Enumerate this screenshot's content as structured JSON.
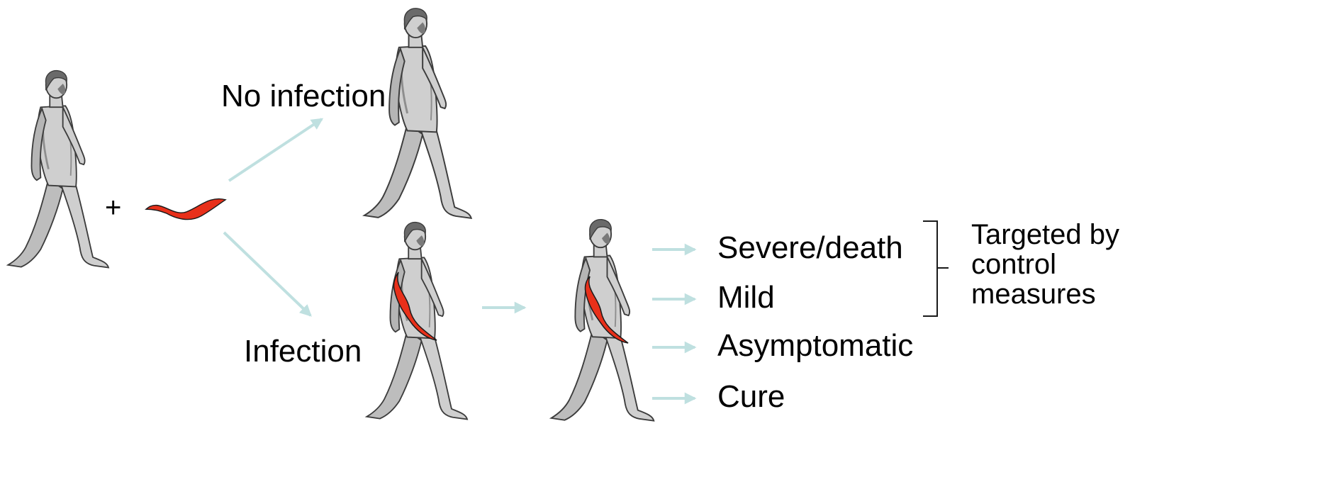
{
  "diagram": {
    "plus_sign": "+",
    "branches": {
      "no_infection": "No infection",
      "infection": "Infection"
    },
    "outcomes": [
      "Severe/death",
      "Mild",
      "Asymptomatic",
      "Cure"
    ],
    "bracket_note": [
      "Targeted by",
      "control",
      "measures"
    ],
    "colors": {
      "arrow": "#bfe0e0",
      "worm": "#e8301a",
      "worm_outline": "#1a1a1a",
      "figure_fill": "#cfcfcf",
      "figure_shade": "#8e8e8e",
      "figure_outline": "#3c3c3c",
      "text": "#000000"
    },
    "icons": [
      "walking-human-figure",
      "parasite-worm-icon",
      "arrow-icon",
      "bracket-icon"
    ]
  }
}
